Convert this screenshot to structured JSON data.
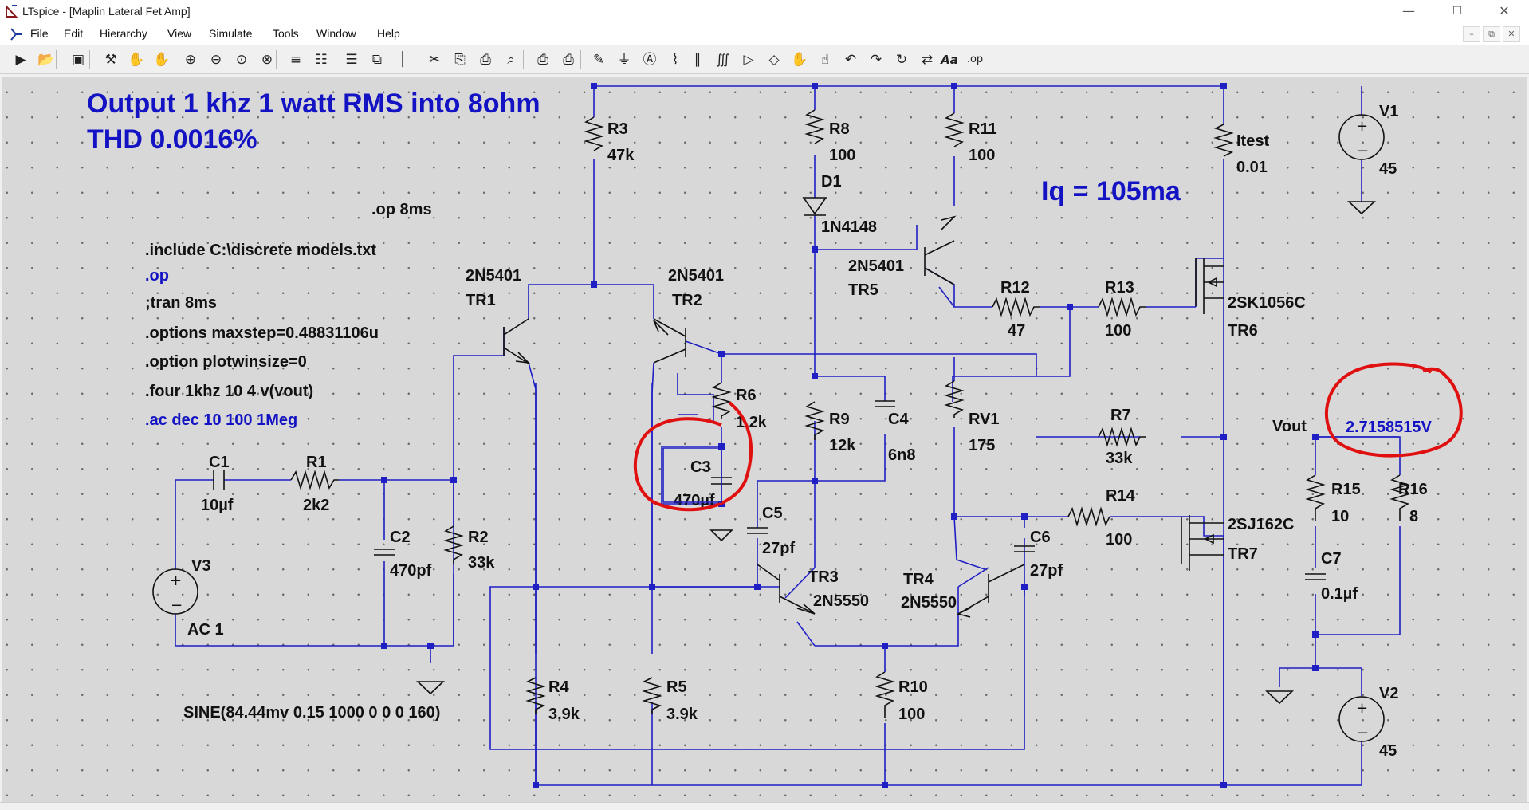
{
  "window": {
    "title": "LTspice - [Maplin Lateral Fet Amp]",
    "controls": {
      "minimize": "—",
      "maximize": "☐",
      "close": "✕"
    }
  },
  "menu": {
    "items": [
      "File",
      "Edit",
      "Hierarchy",
      "View",
      "Simulate",
      "Tools",
      "Window",
      "Help"
    ],
    "mdi_controls": [
      "–",
      "⧉",
      "✕"
    ]
  },
  "toolbar": {
    "icons": [
      "run-icon",
      "open-icon",
      "save-icon",
      "control-panel-icon",
      "halt-icon",
      "pan-icon",
      "zoom-in-icon",
      "zoom-out-icon",
      "zoom-fit-icon",
      "zoom-cancel-icon",
      "autorange-icon",
      "grid-off-icon",
      "tile-horizontal-icon",
      "cascade-icon",
      "tile-vertical-icon",
      "cut-icon",
      "copy-icon",
      "paste-icon",
      "find-icon",
      "print-setup-icon",
      "print-icon",
      "draw-wire-icon",
      "ground-icon",
      "label-net-icon",
      "resistor-icon",
      "capacitor-icon",
      "inductor-icon",
      "diode-icon",
      "component-icon",
      "move-icon",
      "drag-icon",
      "undo-icon",
      "redo-icon",
      "rotate-icon",
      "mirror-icon",
      "text-icon",
      "spice-directive-icon"
    ],
    "text_label": "Aa",
    "directive_label": ".op"
  },
  "schematic": {
    "annotation_output": "Output 1 khz 1 watt RMS into 8ohm",
    "annotation_thd": "THD 0.0016%",
    "annotation_iq": "Iq = 105ma",
    "directives": [
      ".op 8ms",
      ".include C:\\discrete models.txt",
      ".op",
      ";tran 8ms",
      ".options maxstep=0.48831106u",
      ".option plotwinsize=0",
      ".four 1khz 10 4 v(vout)",
      ".ac dec 10 100 1Meg"
    ],
    "source_v3_spec": "SINE(84.44mv 0.15 1000 0 0 0 160)",
    "net_label_vout": "Vout",
    "probe_voltage": "2.7158515V",
    "components": {
      "R3": [
        "R3",
        "47k"
      ],
      "R8": [
        "R8",
        "100"
      ],
      "R11": [
        "R11",
        "100"
      ],
      "Itest": [
        "Itest",
        "0.01"
      ],
      "V1": [
        "V1",
        "45"
      ],
      "D1": [
        "D1",
        "1N4148"
      ],
      "TR1": [
        "2N5401",
        "TR1"
      ],
      "TR2": [
        "2N5401",
        "TR2"
      ],
      "TR5": [
        "2N5401",
        "TR5"
      ],
      "R12": [
        "R12",
        "47"
      ],
      "R13": [
        "R13",
        "100"
      ],
      "TR6": [
        "2SK1056C",
        "TR6"
      ],
      "R6": [
        "R6",
        "1.2k"
      ],
      "R9": [
        "R9",
        "12k"
      ],
      "C4": [
        "C4",
        "6n8"
      ],
      "RV1": [
        "RV1",
        "175"
      ],
      "R7": [
        "R7",
        "33k"
      ],
      "C1": [
        "C1",
        "10µf"
      ],
      "R1": [
        "R1",
        "2k2"
      ],
      "C3": [
        "C3",
        "470µf"
      ],
      "C2": [
        "C2",
        "470pf"
      ],
      "R2": [
        "R2",
        "33k"
      ],
      "C5": [
        "C5",
        "27pf"
      ],
      "R14": [
        "R14",
        "100"
      ],
      "C6": [
        "C6",
        "27pf"
      ],
      "TR7": [
        "2SJ162C",
        "TR7"
      ],
      "R15": [
        "R15",
        "10"
      ],
      "R16": [
        "R16",
        "8"
      ],
      "V3": [
        "V3",
        "AC 1"
      ],
      "TR3": [
        "TR3",
        "2N5550"
      ],
      "TR4": [
        "TR4",
        "2N5550"
      ],
      "C7": [
        "C7",
        "0.1µf"
      ],
      "R4": [
        "R4",
        "3.9k"
      ],
      "R5": [
        "R5",
        "3.9k"
      ],
      "R10": [
        "R10",
        "100"
      ],
      "V2": [
        "V2",
        "45"
      ]
    }
  },
  "colors": {
    "wire": "#1f1fc4",
    "component": "#111111",
    "annotation": "#1313c4",
    "highlight_circle": "#e01010",
    "canvas": "#d8d8d8"
  }
}
